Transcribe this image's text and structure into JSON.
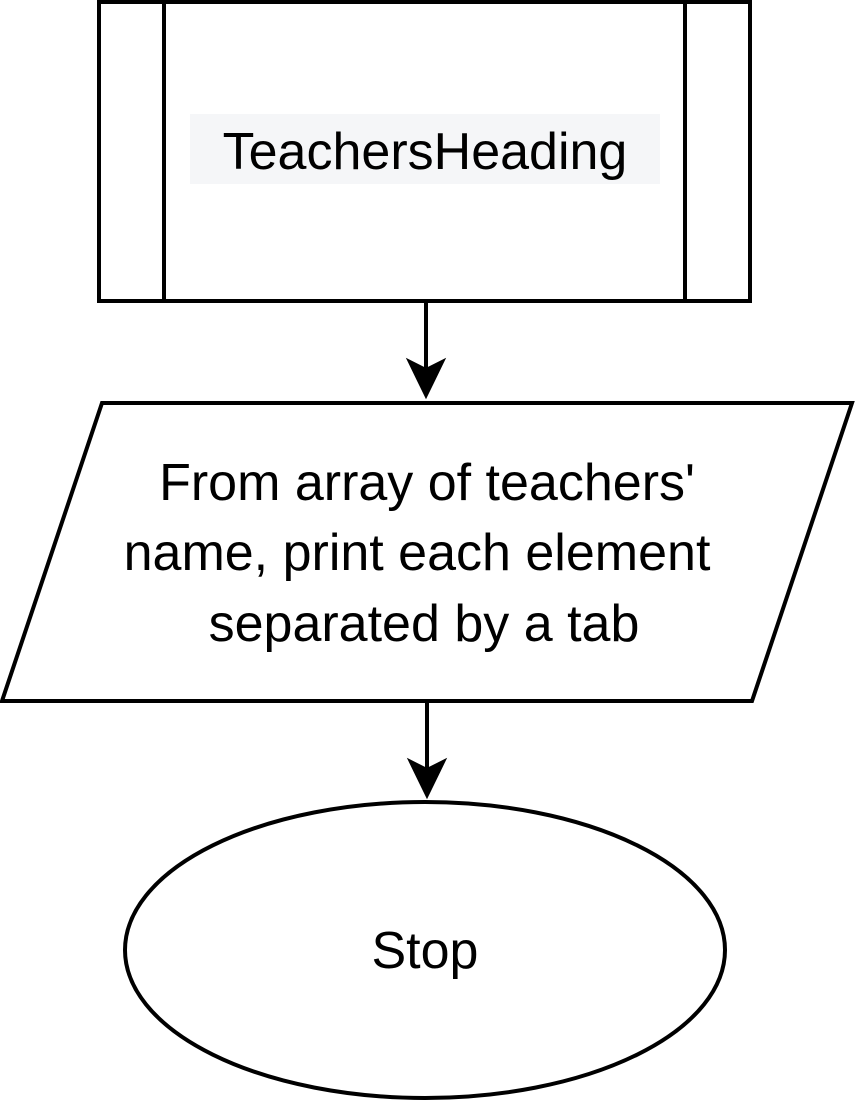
{
  "diagram": {
    "type": "flowchart",
    "nodes": [
      {
        "id": "teachers-heading",
        "shape": "predefined-process",
        "text": "TeachersHeading"
      },
      {
        "id": "print-teachers",
        "shape": "input-output",
        "lines": [
          "From array of teachers'",
          "name, print each element",
          "separated by a tab"
        ]
      },
      {
        "id": "stop",
        "shape": "terminator",
        "text": "Stop"
      }
    ],
    "edges": [
      {
        "from": "teachers-heading",
        "to": "print-teachers"
      },
      {
        "from": "print-teachers",
        "to": "stop"
      }
    ],
    "colors": {
      "stroke": "#000000",
      "fill": "#ffffff",
      "label_highlight": "#f5f6f8"
    }
  }
}
